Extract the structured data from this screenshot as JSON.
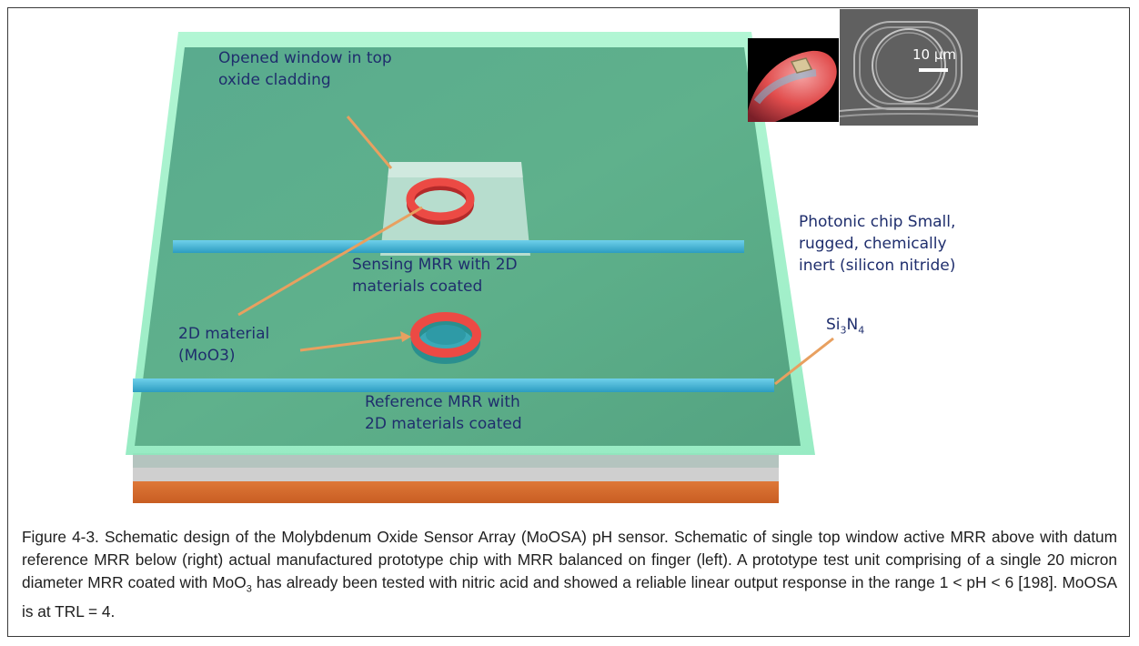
{
  "labels": {
    "window_line1": "Opened window in top",
    "window_line2": "oxide cladding",
    "sensing_line1": "Sensing MRR with 2D",
    "sensing_line2": "materials coated",
    "material_line1": "2D material",
    "material_line2": "(MoO3)",
    "reference_line1": "Reference MRR with",
    "reference_line2": "2D materials coated",
    "chip_line1": "Photonic chip Small,",
    "chip_line2": "rugged, chemically",
    "chip_line3": "inert (silicon nitride)",
    "si3n4_si": "Si",
    "si3n4_3": "3",
    "si3n4_n": "N",
    "si3n4_4": "4",
    "scale_bar": "10 μm"
  },
  "caption": {
    "part1": "Figure 4-3.  Schematic design of the Molybdenum Oxide Sensor Array (MoOSA) pH sensor. Schematic of single top window active MRR above with datum reference MRR below (right) actual manufactured prototype chip with MRR balanced on finger (left). A prototype test unit comprising of a single 20 micron diameter MRR coated with MoO",
    "sub": "3",
    "part2": " has already been tested with nitric acid and showed a reliable linear output response in the range 1 < pH < 6 [198]. MoOSA is at TRL = 4."
  },
  "colors": {
    "label_text": "#1f2e6d",
    "leader_line": "#e8a060",
    "ring": "#e8433f",
    "waveguide": "#3fb6d6",
    "chip_top": "#54b087",
    "cladding_edge": "#8ff0c2",
    "substrate": "#d9692a",
    "middle_layer": "#c9c9c9"
  }
}
